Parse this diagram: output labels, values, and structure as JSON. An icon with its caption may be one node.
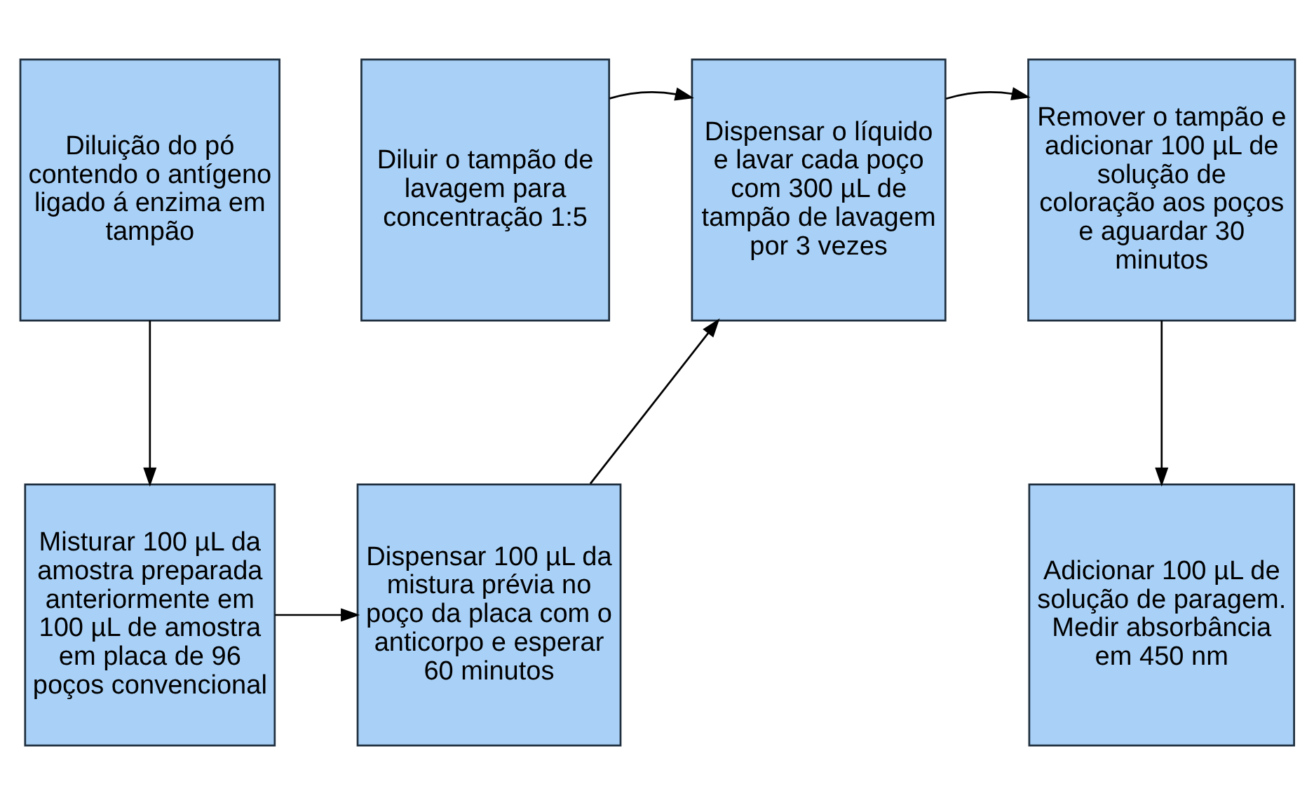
{
  "diagram": {
    "nodes": [
      {
        "text": [
          "Diluição do pó contendo o antígeno ligado á enzima em tampão"
        ]
      },
      {
        "text": [
          "Diluir o tampão de lavagem para concentração 1:5"
        ]
      },
      {
        "text": [
          "Dispensar o líquido e lavar cada poço com 300 µL de tampão de lavagem por 3 vezes"
        ]
      },
      {
        "text": [
          "Remover o tampão e adicionar 100 µL de solução de coloração aos poços e aguardar 30 minutos"
        ]
      },
      {
        "text": [
          "Misturar 100 µL da amostra preparada anteriormente em 100 µL de amostra em placa de 96 poços convencional"
        ]
      },
      {
        "text": [
          "Dispensar 100 µL da mistura prévia no poço da placa com o anticorpo e esperar 60 minutos"
        ]
      },
      {
        "text": [
          "Adicionar 100 µL de solução de paragem. Medir absorbância em 450 nm"
        ]
      }
    ],
    "edges": [
      {
        "from": 0,
        "to": 4,
        "arrow": "to"
      },
      {
        "from": 1,
        "to": 2,
        "arrow": "to"
      },
      {
        "from": 2,
        "to": 3,
        "arrow": "to"
      },
      {
        "from": 3,
        "to": 6,
        "arrow": "to"
      },
      {
        "from": 4,
        "to": 5,
        "arrow": "to"
      },
      {
        "from": 5,
        "to": 2,
        "arrow": "to"
      }
    ]
  }
}
